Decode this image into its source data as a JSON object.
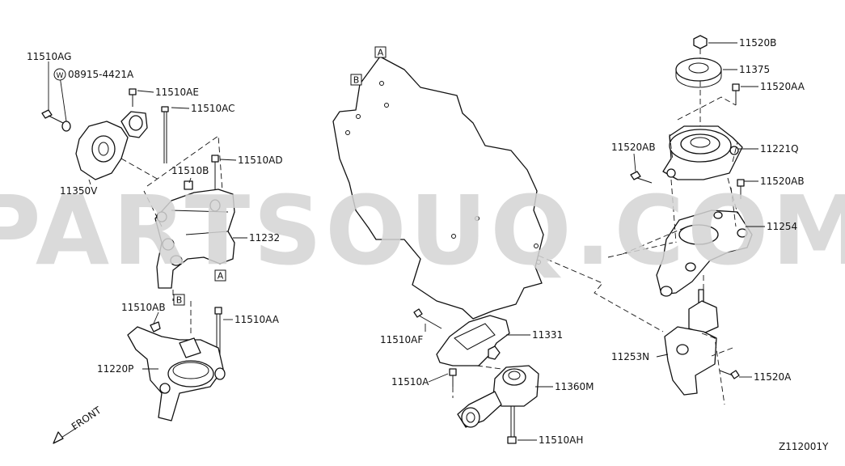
{
  "watermark": "PARTSOUQ.COM",
  "diagram_code": "Z112001Y",
  "front_label": "FRONT",
  "ref_markers": {
    "a": "A",
    "b": "B"
  },
  "parts": {
    "p11510AG": "11510AG",
    "p08915": "08915-4421A",
    "p11510AE": "11510AE",
    "p11510AC": "11510AC",
    "p11350V": "11350V",
    "p11510B": "11510B",
    "p11510AD": "11510AD",
    "p11232": "11232",
    "p11510AB": "11510AB",
    "p11510AA": "11510AA",
    "p11220P": "11220P",
    "p11510AF": "11510AF",
    "p11331": "11331",
    "p11510A": "11510A",
    "p11360M": "11360M",
    "p11510AH": "11510AH",
    "p11520B": "11520B",
    "p11375": "11375",
    "p11520AA": "11520AA",
    "p11520AB_left": "11520AB",
    "p11221Q": "11221Q",
    "p11520AB_right": "11520AB",
    "p11254": "11254",
    "p11253N": "11253N",
    "p11520A": "11520A"
  }
}
